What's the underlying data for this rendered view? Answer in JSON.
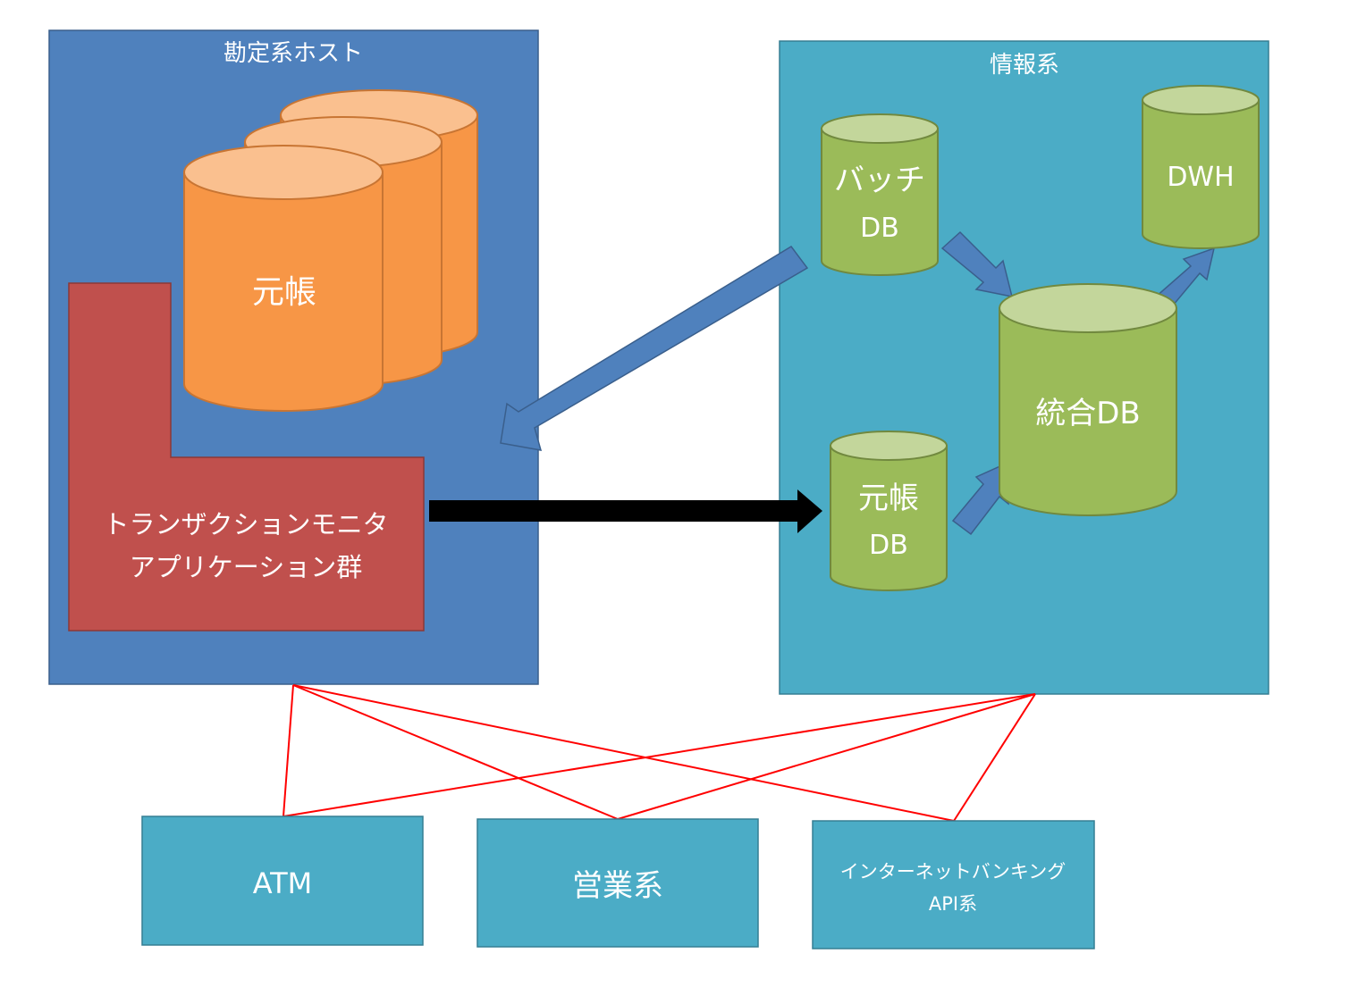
{
  "colors": {
    "background": "#ffffff",
    "host_box": "#4f81bd",
    "info_box": "#4bacc6",
    "orange_fill": "#f79646",
    "orange_top": "#fac08f",
    "monitor_fill": "#c0504d",
    "green_fill": "#9bbb59",
    "green_top": "#c3d69b",
    "blue_arrow": "#4f81bd",
    "black_arrow": "#000000",
    "red_line": "#ff0000"
  },
  "host": {
    "title": "勘定系ホスト",
    "ledger_label": "元帳",
    "monitor_line1": "トランザクションモニタ",
    "monitor_line2": "アプリケーション群"
  },
  "info": {
    "title": "情報系",
    "batch_db_line1": "バッチ",
    "batch_db_line2": "DB",
    "ledger_db_line1": "元帳",
    "ledger_db_line2": "DB",
    "integrated_db": "統合DB",
    "dwh": "DWH"
  },
  "channels": {
    "atm": "ATM",
    "sales": "営業系",
    "internet_line1": "インターネットバンキング",
    "internet_line2": "API系"
  }
}
